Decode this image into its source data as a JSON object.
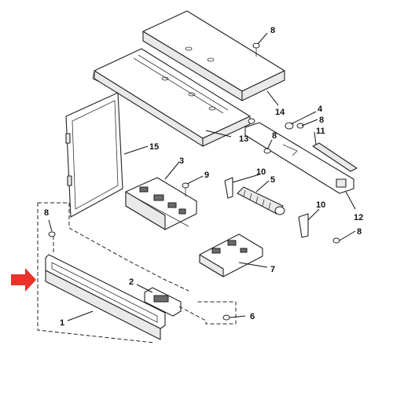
{
  "callouts": [
    {
      "id": "c8a",
      "label": "8"
    },
    {
      "id": "c14",
      "label": "14"
    },
    {
      "id": "c4",
      "label": "4"
    },
    {
      "id": "c8b",
      "label": "8"
    },
    {
      "id": "c11",
      "label": "11"
    },
    {
      "id": "c13",
      "label": "13"
    },
    {
      "id": "c8c",
      "label": "8"
    },
    {
      "id": "c15",
      "label": "15"
    },
    {
      "id": "c3",
      "label": "3"
    },
    {
      "id": "c9",
      "label": "9"
    },
    {
      "id": "c10a",
      "label": "10"
    },
    {
      "id": "c5",
      "label": "5"
    },
    {
      "id": "c10b",
      "label": "10"
    },
    {
      "id": "c12",
      "label": "12"
    },
    {
      "id": "c8d",
      "label": "8"
    },
    {
      "id": "c8e",
      "label": "8"
    },
    {
      "id": "c7",
      "label": "7"
    },
    {
      "id": "c2",
      "label": "2"
    },
    {
      "id": "c6",
      "label": "6"
    },
    {
      "id": "c1",
      "label": "1"
    }
  ],
  "colors": {
    "pointer_arrow": "#e8322a",
    "line": "#222222"
  }
}
